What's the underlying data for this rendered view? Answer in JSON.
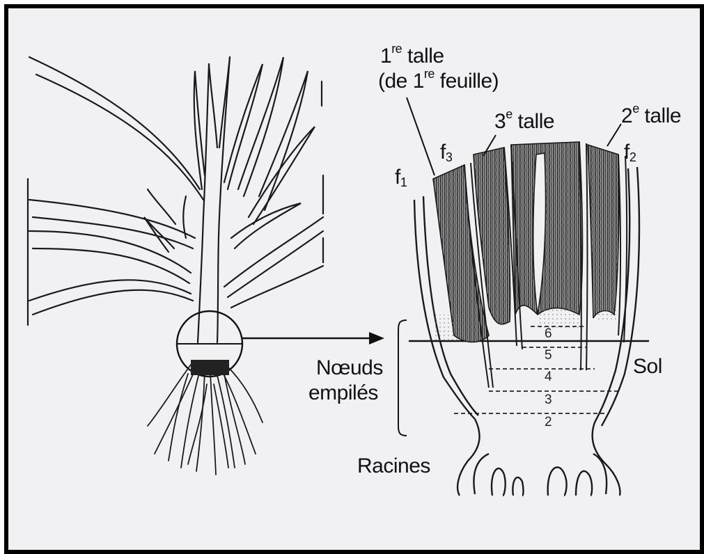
{
  "labels": {
    "talle1_line1_pre": "1",
    "talle1_line1_sup": "re",
    "talle1_line1_post": " talle",
    "talle1_line2_pre": "(de 1",
    "talle1_line2_sup": "re",
    "talle1_line2_post": " feuille)",
    "talle3_pre": "3",
    "talle3_sup": "e",
    "talle3_post": " talle",
    "talle2_pre": "2",
    "talle2_sup": "e",
    "talle2_post": " talle",
    "f1_base": "f",
    "f1_sub": "1",
    "f2_base": "f",
    "f2_sub": "2",
    "f3_base": "f",
    "f3_sub": "3",
    "sol": "Sol",
    "noeuds_line1": "Nœuds",
    "noeuds_line2": "empilés",
    "racines": "Racines"
  },
  "node_numbers": [
    "6",
    "5",
    "4",
    "3",
    "2"
  ],
  "colors": {
    "frame": "#000000",
    "background": "#f1f1f4",
    "ink": "#111111"
  }
}
